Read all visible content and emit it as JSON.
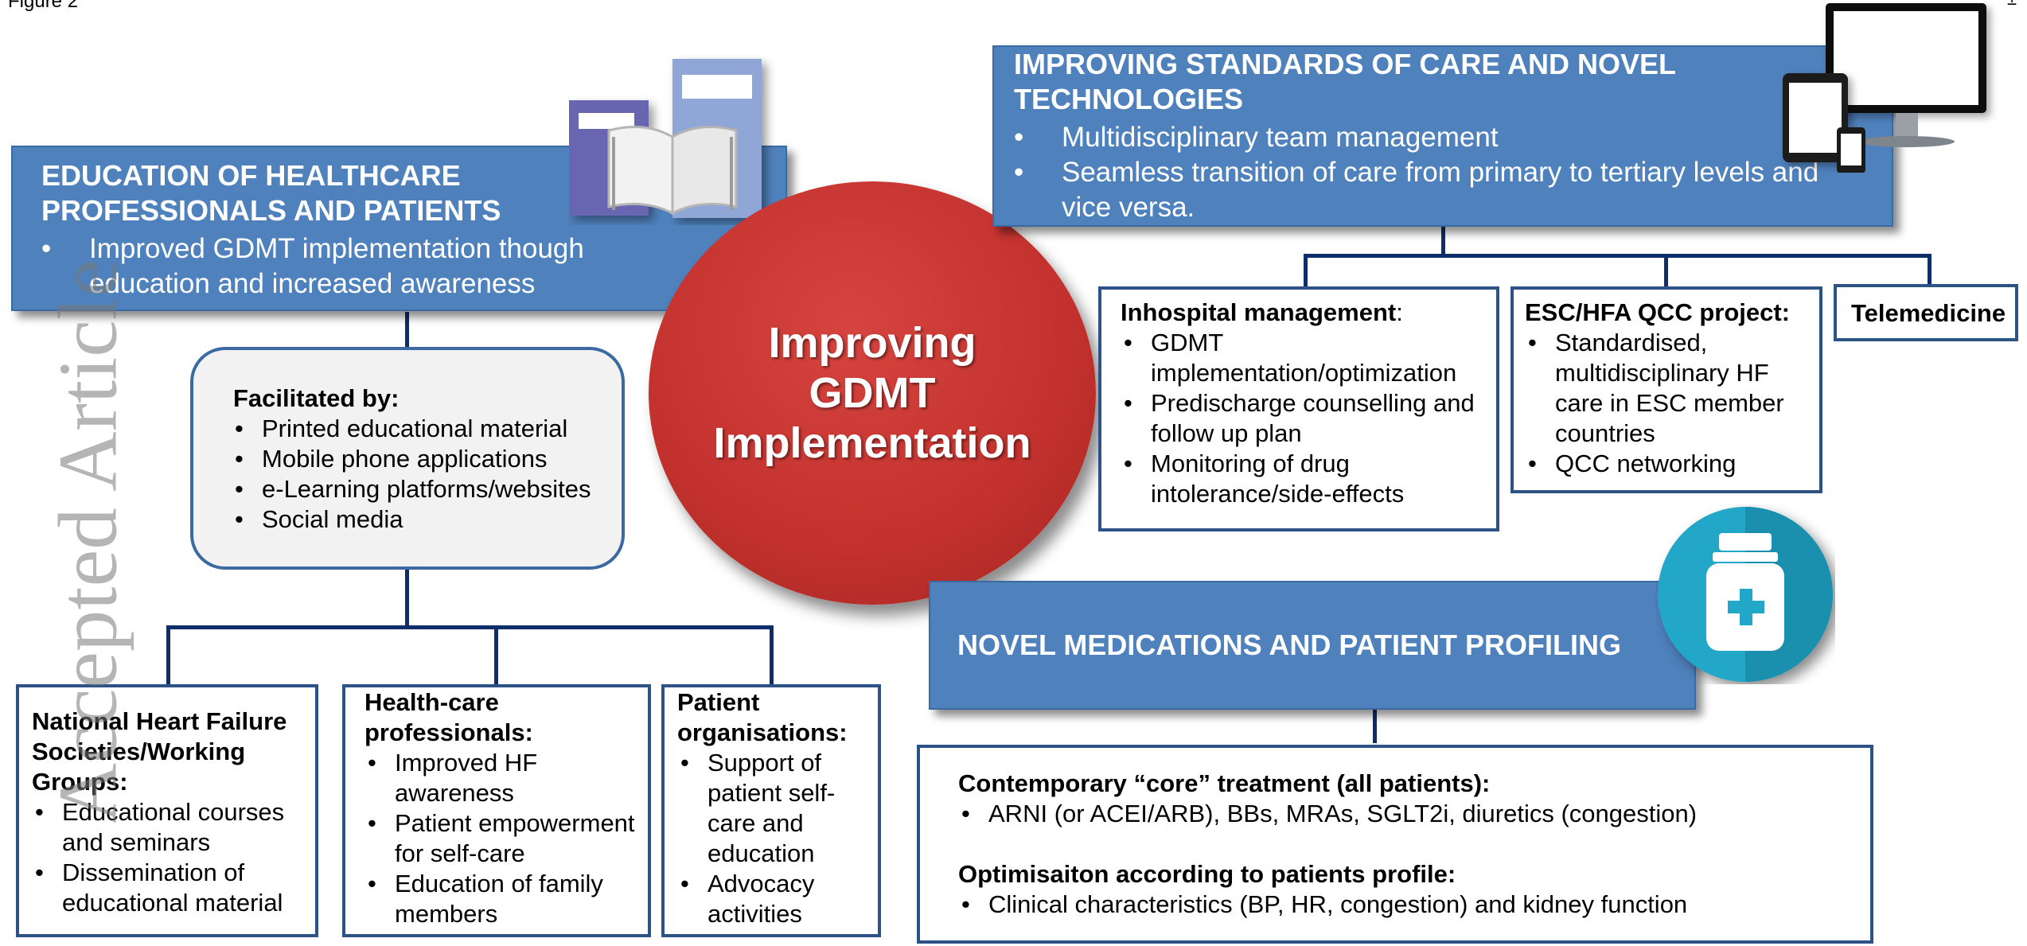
{
  "figure_label": "Figure 2",
  "corner_glyph": "±",
  "watermark": "Accepted Article",
  "center": {
    "line1": "Improving",
    "line2": "GDMT",
    "line3": "Implementation"
  },
  "education": {
    "title_line1": "EDUCATION OF HEALTHCARE",
    "title_line2": "PROFESSIONALS AND PATIENTS",
    "bullets": [
      "Improved GDMT implementation though education and increased awareness"
    ]
  },
  "facilitated": {
    "heading": "Facilitated by:",
    "items": [
      "Printed educational material",
      "Mobile phone applications",
      "e-Learning platforms/websites",
      "Social media"
    ]
  },
  "national": {
    "heading": "National Heart Failure Societies/Working Groups:",
    "items": [
      "Educational courses and seminars",
      "Dissemination of educational material"
    ]
  },
  "hcp": {
    "heading": "Health-care professionals:",
    "items": [
      "Improved HF awareness",
      "Patient empowerment for self-care",
      "Education of family members"
    ]
  },
  "patient_orgs": {
    "heading": "Patient organisations:",
    "items": [
      "Support of patient self-care and education",
      "Advocacy activities"
    ]
  },
  "standards": {
    "title_line1": "IMPROVING STANDARDS OF CARE AND NOVEL",
    "title_line2": "TECHNOLOGIES",
    "bullets": [
      "Multidisciplinary team management",
      "Seamless transition of care from primary to tertiary levels and vice versa."
    ]
  },
  "inhospital": {
    "heading": "Inhospital management",
    "heading_suffix": ":",
    "items": [
      "GDMT implementation/optimization",
      "Predischarge counselling and follow up plan",
      "Monitoring of drug intolerance/side-effects"
    ]
  },
  "qcc": {
    "heading": "ESC/HFA QCC project:",
    "items": [
      "Standardised, multidisciplinary HF care in ESC member countries",
      "QCC networking"
    ]
  },
  "telemedicine": {
    "label": "Telemedicine"
  },
  "novel": {
    "title": "NOVEL MEDICATIONS AND PATIENT PROFILING",
    "core_heading": "Contemporary “core” treatment (all patients):",
    "core_items": [
      "ARNI (or ACEI/ARB), BBs, MRAs, SGLT2i, diuretics (congestion)"
    ],
    "opt_heading": "Optimisaiton according to patients profile:",
    "opt_items": [
      "Clinical characteristics (BP, HR, congestion) and kidney function"
    ]
  },
  "colors": {
    "banner_blue": "#4f81bd",
    "box_border": "#2d5285",
    "line_navy": "#0e2d6b",
    "circle_red": "#c2312d",
    "teal": "#23a7c9"
  },
  "icons": [
    "books-icon",
    "devices-icon",
    "medicine-bottle-icon"
  ]
}
